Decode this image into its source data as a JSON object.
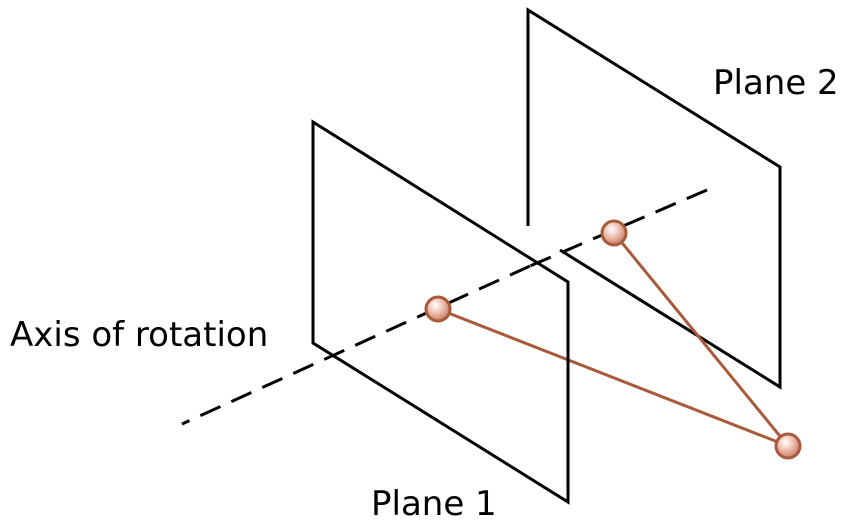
{
  "labels": {
    "plane_2": "Plane 2",
    "axis_of_rotation": "Axis of rotation",
    "plane_1": "Plane 1"
  },
  "colors": {
    "outline": "#000000",
    "connector": "#A85A3A",
    "point_fill": "#E8B8A8",
    "point_stroke": "#A85A3A"
  }
}
